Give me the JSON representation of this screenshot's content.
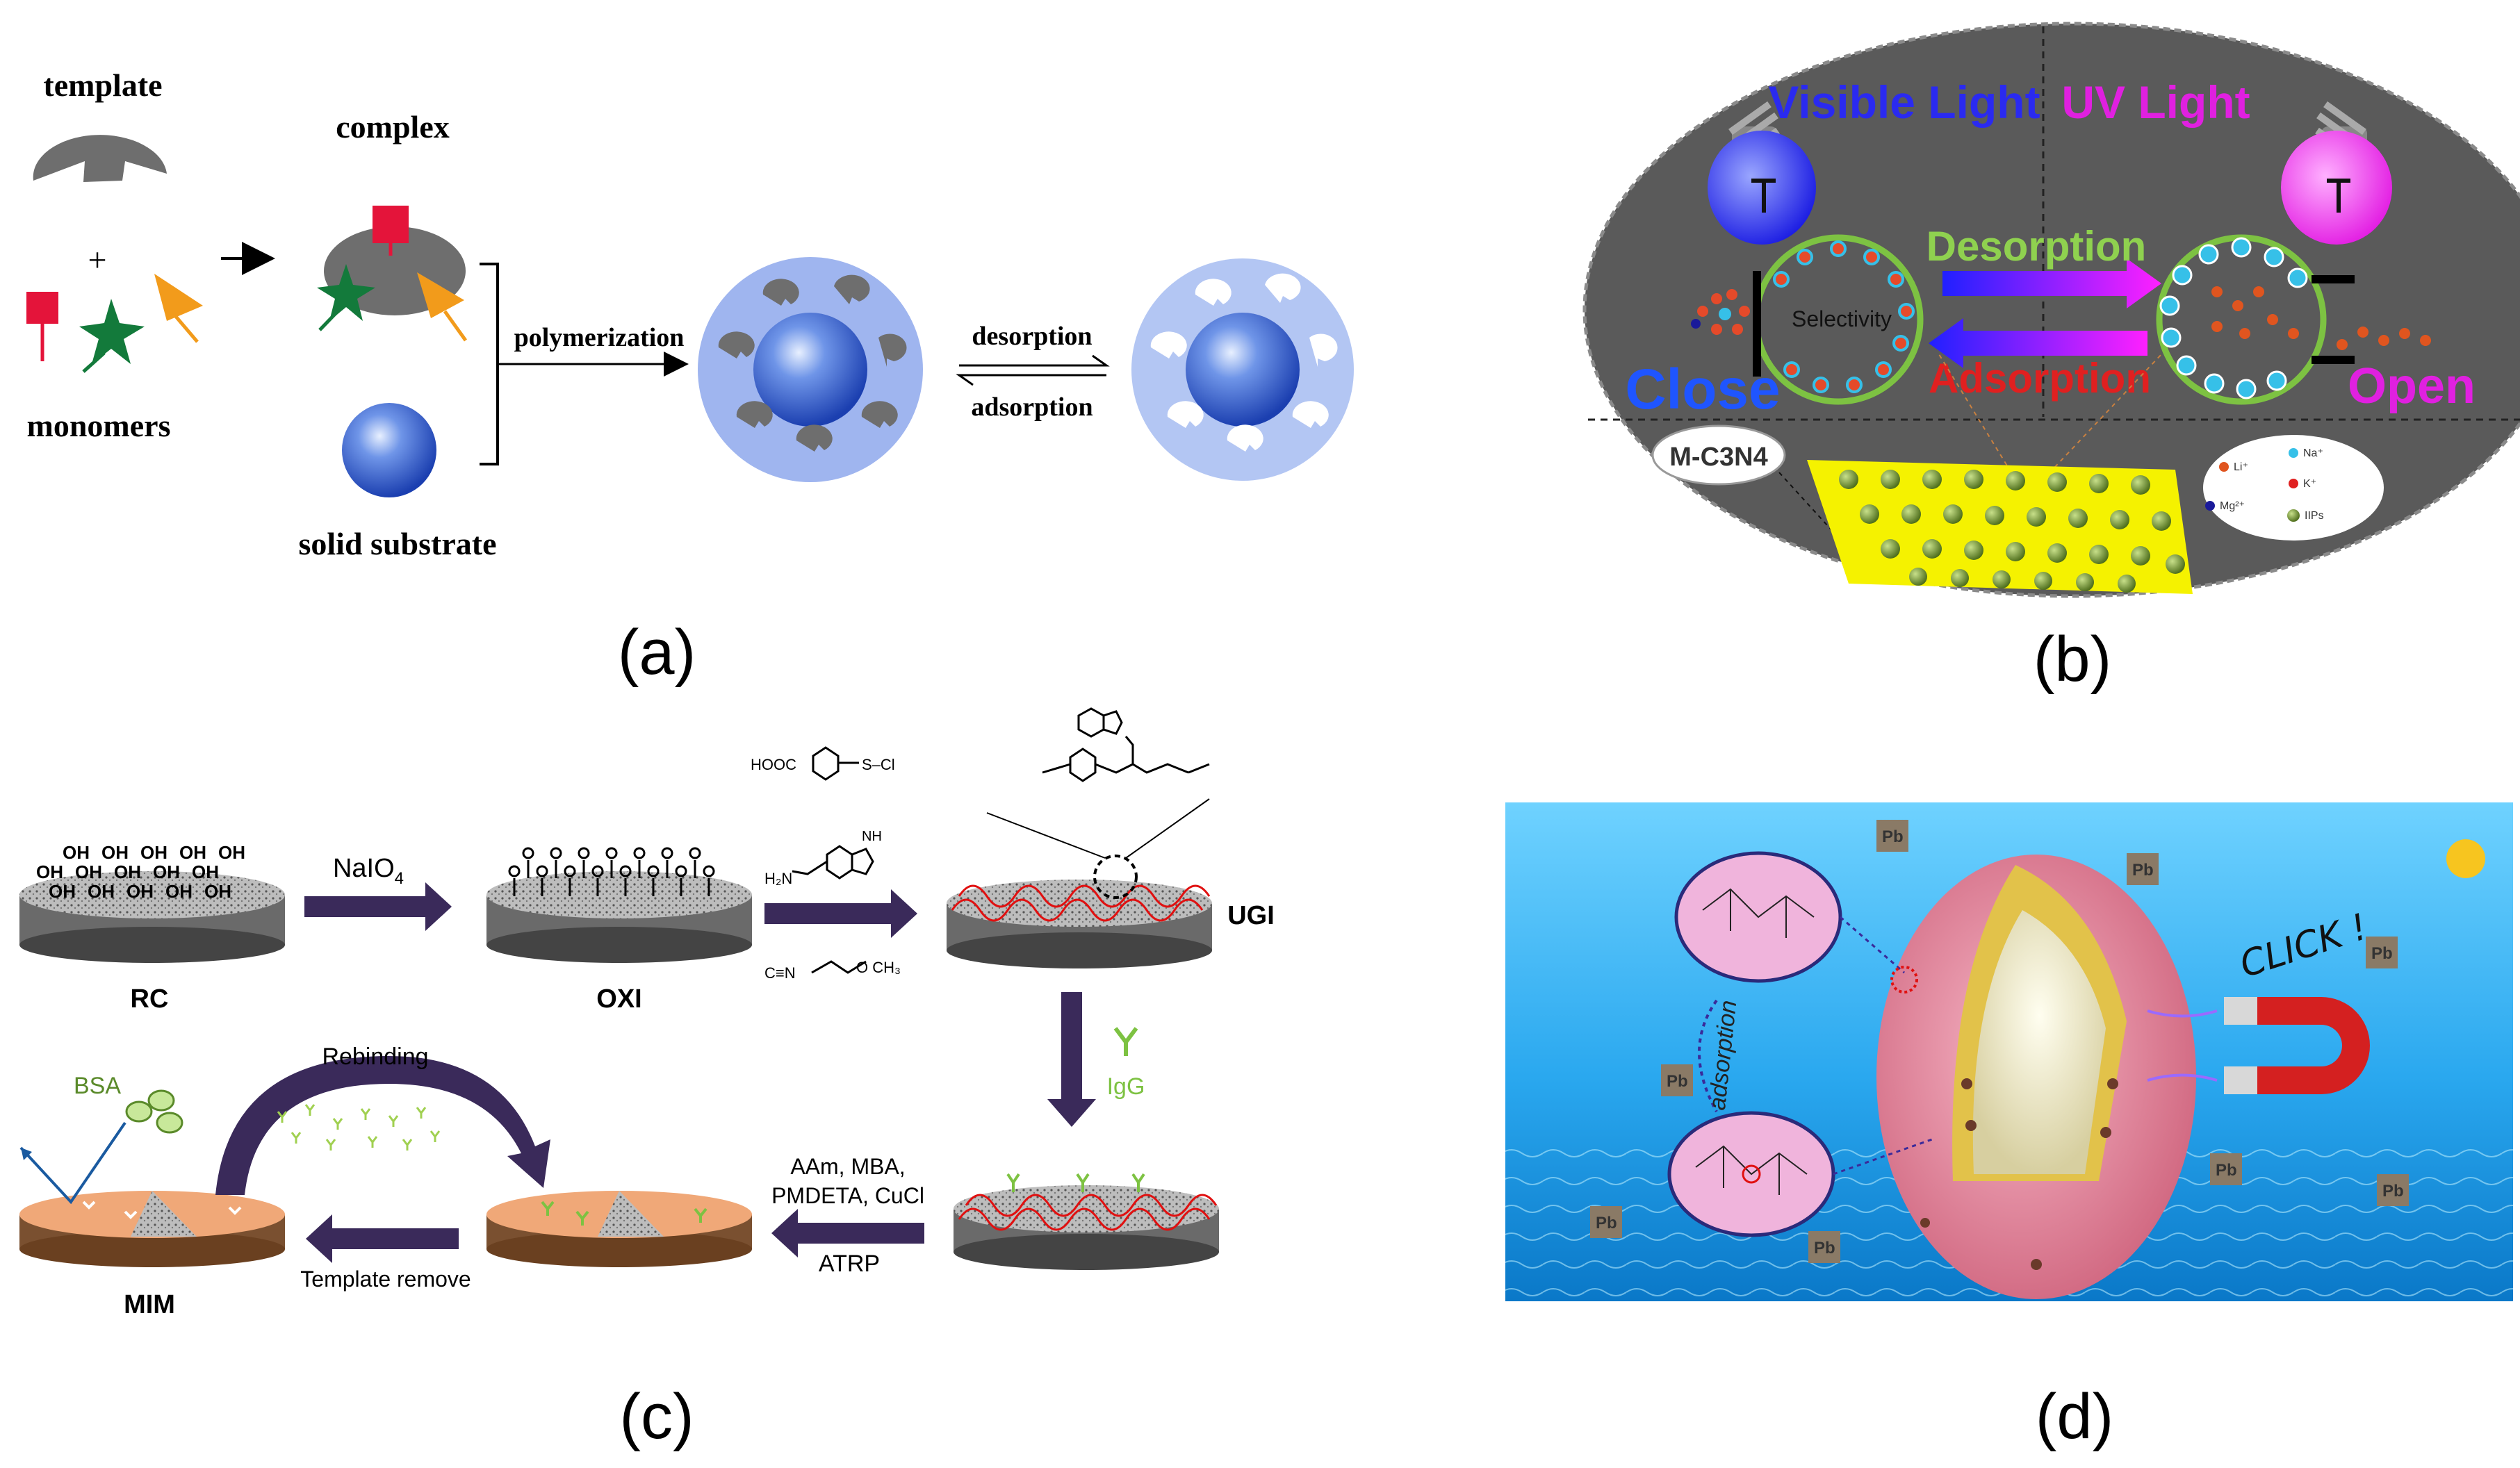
{
  "panel_a": {
    "label": "(a)",
    "template": "template",
    "plus": "+",
    "monomers": "monomers",
    "complex": "complex",
    "solid_substrate": "solid substrate",
    "polymerization": "polymerization",
    "desorption": "desorption",
    "adsorption": "adsorption"
  },
  "panel_b": {
    "label": "(b)",
    "visible_light": "Visible Light",
    "uv_light": "UV Light",
    "desorption": "Desorption",
    "adsorption": "Adsorption",
    "close": "Close",
    "open": "Open",
    "selectivity": "Selectivity",
    "material": "M-C3N4",
    "legend": [
      "Li⁺",
      "Na⁺",
      "Mg²⁺",
      "K⁺",
      "IIPs"
    ],
    "colors": {
      "visible": "#2a2af0",
      "uv": "#e020e0",
      "desorption": "#8fd14f",
      "adsorption": "#e02020",
      "close": "#1f55ff",
      "open": "#e020e0",
      "sheet": "#f5f200"
    }
  },
  "panel_c": {
    "label": "(c)",
    "rc": "RC",
    "oxi": "OXI",
    "ugi": "UGI",
    "mim": "MIM",
    "naio4": "NaIO",
    "naio4_sub": "4",
    "igg": "IgG",
    "bsa": "BSA",
    "rebinding": "Rebinding",
    "template_remove": "Template remove",
    "atrp_reagents_1": "AAm, MBA,",
    "atrp_reagents_2": "PMDETA, CuCl",
    "atrp": "ATRP",
    "oh": "OH",
    "hooc": "HOOC",
    "s_cl": "S–Cl",
    "h2n": "H₂N",
    "nh": "NH",
    "cn": "C≡N",
    "och3": "O  CH₃"
  },
  "panel_d": {
    "label": "(d)",
    "click": "CLICK !",
    "adsorption": "adsorption",
    "pb": "Pb"
  }
}
